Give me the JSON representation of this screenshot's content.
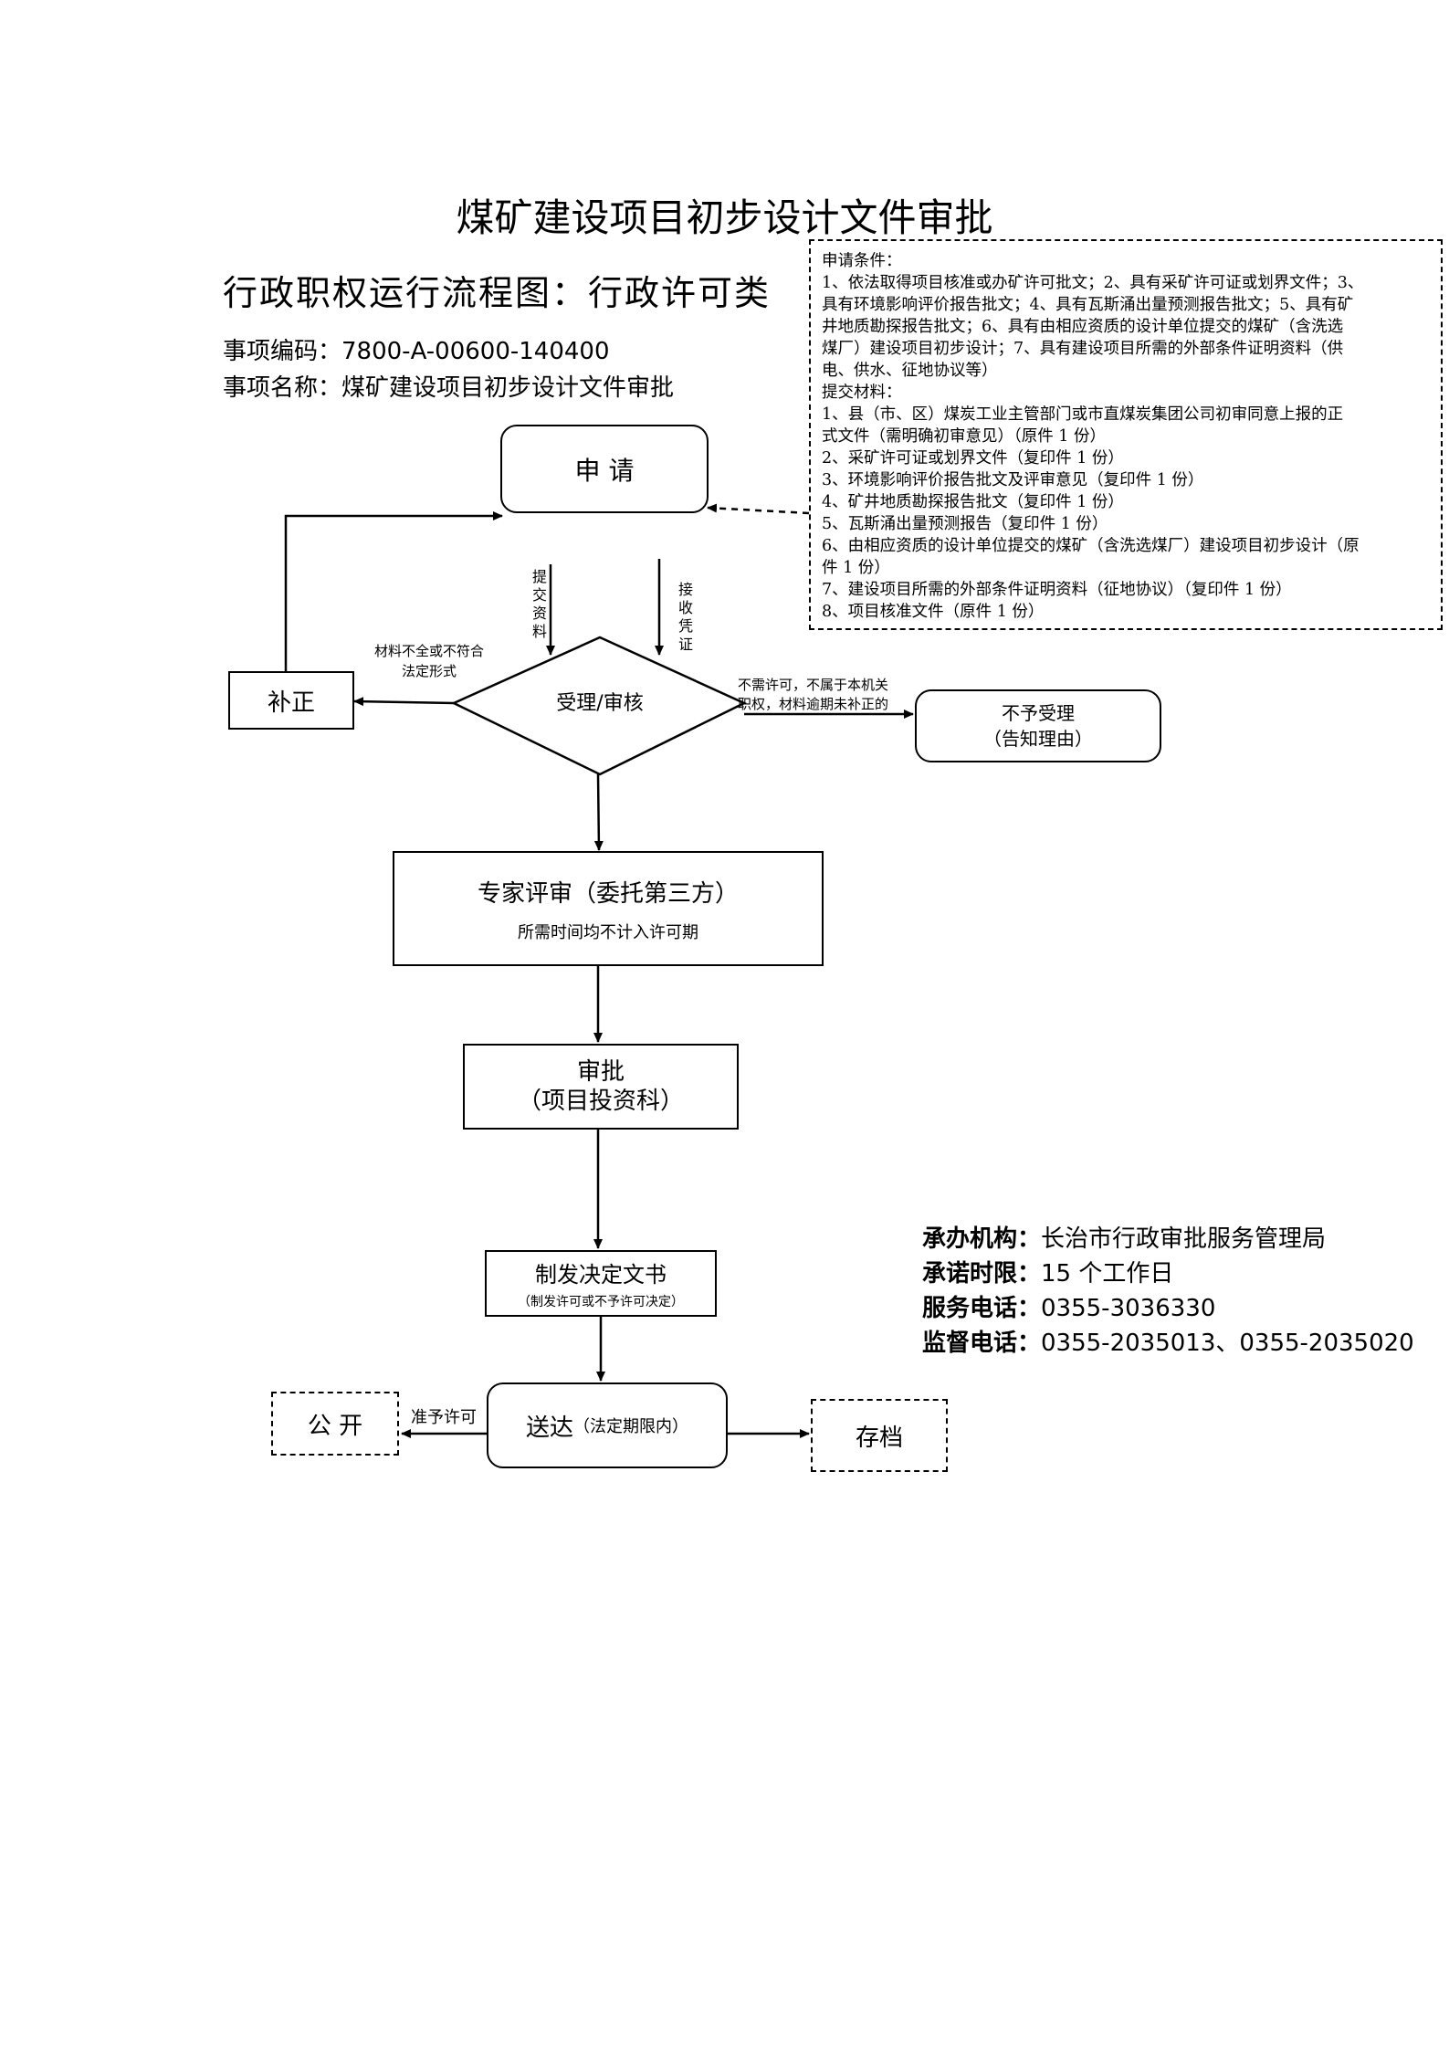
{
  "header": {
    "title": "煤矿建设项目初步设计文件审批",
    "subtitle": "行政职权运行流程图：行政许可类",
    "code_label": "事项编码：",
    "code_value": "7800-A-00600-140400",
    "name_label": "事项名称：",
    "name_value": "煤矿建设项目初步设计文件审批"
  },
  "conditions": {
    "lines": [
      "申请条件：",
      "1、依法取得项目核准或办矿许可批文；2、具有采矿许可证或划界文件；3、",
      "具有环境影响评价报告批文；4、具有瓦斯涌出量预测报告批文；5、具有矿",
      "井地质勘探报告批文；6、具有由相应资质的设计单位提交的煤矿（含洗选",
      "煤厂）建设项目初步设计；7、具有建设项目所需的外部条件证明资料（供",
      "电、供水、征地协议等）",
      "提交材料：",
      "1、县（市、区）煤炭工业主管部门或市直煤炭集团公司初审同意上报的正",
      "式文件（需明确初审意见）（原件 1 份）",
      "2、采矿许可证或划界文件（复印件 1 份）",
      "3、环境影响评价报告批文及评审意见（复印件 1 份）",
      "4、矿井地质勘探报告批文（复印件 1 份）",
      "5、瓦斯涌出量预测报告（复印件 1 份）",
      "6、由相应资质的设计单位提交的煤矿（含洗选煤厂）建设项目初步设计（原",
      "件 1 份）",
      "7、建设项目所需的外部条件证明资料（征地协议）（复印件 1 份）",
      "8、项目核准文件（原件 1 份）"
    ]
  },
  "flow": {
    "apply": "申 请",
    "submit_label": "提交资料",
    "receipt_label": "接收凭证",
    "review": "受理/审核",
    "correction": "补正",
    "correction_reason_1": "材料不全或不符合",
    "correction_reason_2": "法定形式",
    "reject_reason_1": "不需许可，不属于本机关",
    "reject_reason_2": "职权，材料逾期未补正的",
    "reject_title": "不予受理",
    "reject_sub": "（告知理由）",
    "expert_title": "专家评审（委托第三方）",
    "expert_sub": "所需时间均不计入许可期",
    "approve_title": "审批",
    "approve_sub": "（项目投资科）",
    "decision_title": "制发决定文书",
    "decision_sub": "（制发许可或不予许可决定）",
    "deliver_title": "送达",
    "deliver_sub": "（法定期限内）",
    "grant_label": "准予许可",
    "publish": "公 开",
    "archive": "存档"
  },
  "info": {
    "org_label": "承办机构：",
    "org_value": "长治市行政审批服务管理局",
    "limit_label": "承诺时限：",
    "limit_value": "15 个工作日",
    "service_label": "服务电话：",
    "service_value": "0355-3036330",
    "supervise_label": "监督电话：",
    "supervise_value": "0355-2035013、0355-2035020"
  }
}
